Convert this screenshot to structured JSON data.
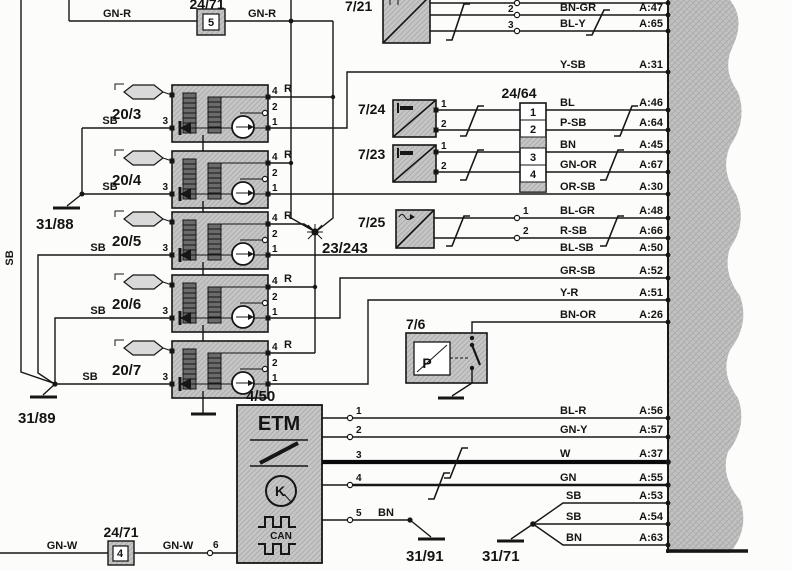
{
  "palette": {
    "ink": "#161616",
    "component_fill": "#c6c6c6",
    "band_fill": "#c2c2c2",
    "paper": "#fcfcfa"
  },
  "left_rail_label": "SB",
  "splice_id": "23/243",
  "feeds": {
    "top": {
      "left_label": "GN-R",
      "right_label": "GN-R",
      "connector_id": "24/71",
      "connector_pin": "5"
    },
    "bottom": {
      "left_label": "GN-W",
      "right_label": "GN-W",
      "connector_id": "24/71",
      "connector_pin": "4",
      "etm_pin_digit": "6"
    }
  },
  "grounds": {
    "left_upper": "31/88",
    "left_lower": "31/89",
    "etm": "31/91",
    "ecu": "31/71"
  },
  "coils": {
    "ids": [
      "20/3",
      "20/4",
      "20/5",
      "20/6",
      "20/7"
    ],
    "input_wire": "SB",
    "output_wire": "R",
    "pin_digits": {
      "p1": "1",
      "p2": "2",
      "p3": "3",
      "p4": "4"
    }
  },
  "sensors": {
    "s7_21": {
      "id": "7/21",
      "pin2": "2",
      "pin3": "3"
    },
    "s7_24": {
      "id": "7/24",
      "pin1": "1",
      "pin2": "2"
    },
    "s7_23": {
      "id": "7/23",
      "pin1": "1",
      "pin2": "2"
    },
    "s7_25": {
      "id": "7/25",
      "pin1": "1",
      "pin2": "2"
    },
    "s7_6": {
      "id": "7/6",
      "symbol": "P"
    }
  },
  "connector_24_64": {
    "id": "24/64",
    "cells": [
      "1",
      "2",
      "3",
      "4"
    ]
  },
  "etm": {
    "id": "4/50",
    "name": "ETM",
    "bus_label": "CAN",
    "pin_digits": [
      "1",
      "2",
      "3",
      "4",
      "5"
    ],
    "pin5_wire": "BN"
  },
  "ecu_rows": [
    {
      "color": "BN-GR",
      "pin": "A:47"
    },
    {
      "color": "BL-Y",
      "pin": "A:65"
    },
    {
      "color": "Y-SB",
      "pin": "A:31"
    },
    {
      "color": "BL",
      "pin": "A:46"
    },
    {
      "color": "P-SB",
      "pin": "A:64"
    },
    {
      "color": "BN",
      "pin": "A:45"
    },
    {
      "color": "GN-OR",
      "pin": "A:67"
    },
    {
      "color": "OR-SB",
      "pin": "A:30"
    },
    {
      "color": "BL-GR",
      "pin": "A:48"
    },
    {
      "color": "R-SB",
      "pin": "A:66"
    },
    {
      "color": "BL-SB",
      "pin": "A:50"
    },
    {
      "color": "GR-SB",
      "pin": "A:52"
    },
    {
      "color": "Y-R",
      "pin": "A:51"
    },
    {
      "color": "BN-OR",
      "pin": "A:26"
    },
    {
      "color": "BL-R",
      "pin": "A:56"
    },
    {
      "color": "GN-Y",
      "pin": "A:57"
    },
    {
      "color": "W",
      "pin": "A:37"
    },
    {
      "color": "GN",
      "pin": "A:55"
    },
    {
      "color": "SB",
      "pin": "A:53"
    },
    {
      "color": "SB",
      "pin": "A:54"
    },
    {
      "color": "BN",
      "pin": "A:63"
    }
  ]
}
